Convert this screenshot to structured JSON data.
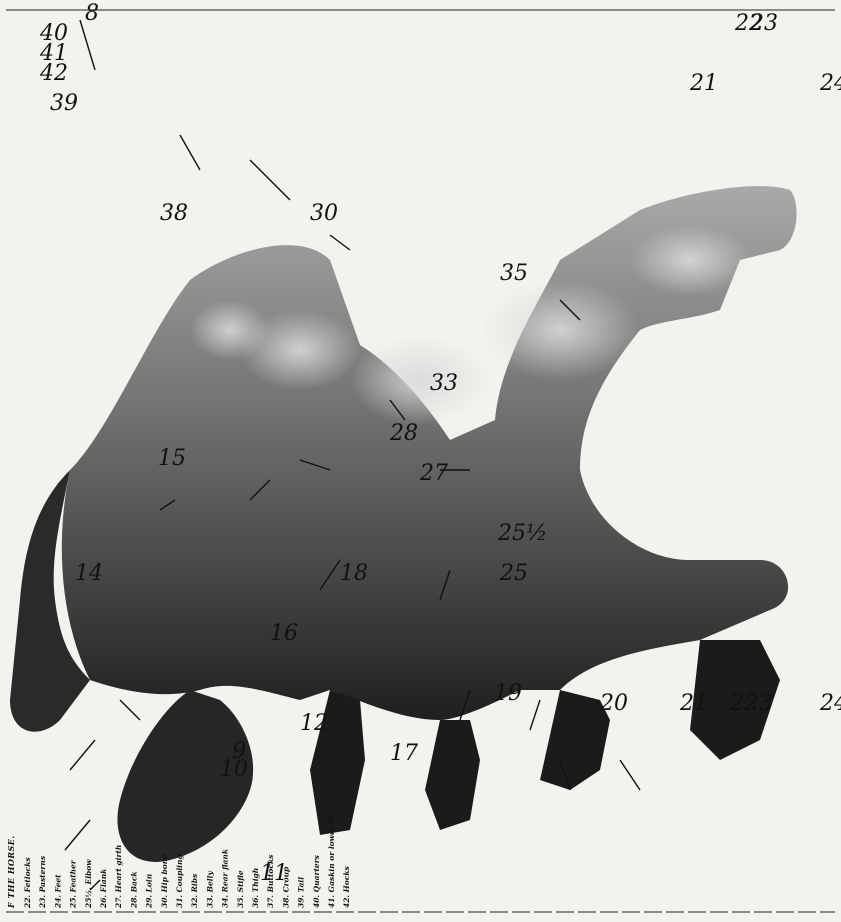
{
  "legend": {
    "title": "F THE HORSE.",
    "entries": [
      {
        "num": "22.",
        "name": "Fetlocks"
      },
      {
        "num": "23.",
        "name": "Pasterns"
      },
      {
        "num": "24.",
        "name": "Feet"
      },
      {
        "num": "25.",
        "name": "Feather"
      },
      {
        "num": "25½.",
        "name": "Elbow"
      },
      {
        "num": "26.",
        "name": "Flank"
      },
      {
        "num": "27.",
        "name": "Heart girth"
      },
      {
        "num": "28.",
        "name": "Back"
      },
      {
        "num": "29.",
        "name": "Loin"
      },
      {
        "num": "30.",
        "name": "Hip bone"
      },
      {
        "num": "31.",
        "name": "Coupling"
      },
      {
        "num": "32.",
        "name": "Ribs"
      },
      {
        "num": "33.",
        "name": "Belly"
      },
      {
        "num": "34.",
        "name": "Rear flank"
      },
      {
        "num": "35.",
        "name": "Stifle"
      },
      {
        "num": "36.",
        "name": "Thigh"
      },
      {
        "num": "37.",
        "name": "Buttocks"
      },
      {
        "num": "38.",
        "name": "Croup"
      },
      {
        "num": "39.",
        "name": "Tail"
      },
      {
        "num": "40.",
        "name": "Quarters"
      },
      {
        "num": "41.",
        "name": "Gaskin or lower th"
      },
      {
        "num": "42.",
        "name": "Hocks"
      }
    ]
  },
  "callouts": [
    "8",
    "9",
    "10",
    "11",
    "12",
    "14",
    "15",
    "16",
    "17",
    "18",
    "19",
    "20",
    "21",
    "21",
    "22",
    "22",
    "23",
    "23",
    "24",
    "24",
    "25",
    "25½",
    "27",
    "28",
    "30",
    "33",
    "35",
    "38",
    "39",
    "40",
    "41",
    "42"
  ],
  "colors": {
    "paper": "#f3f2ee",
    "ink": "#111111",
    "coat_dark": "#1c1c1c",
    "coat_light": "#bdbdbd"
  }
}
